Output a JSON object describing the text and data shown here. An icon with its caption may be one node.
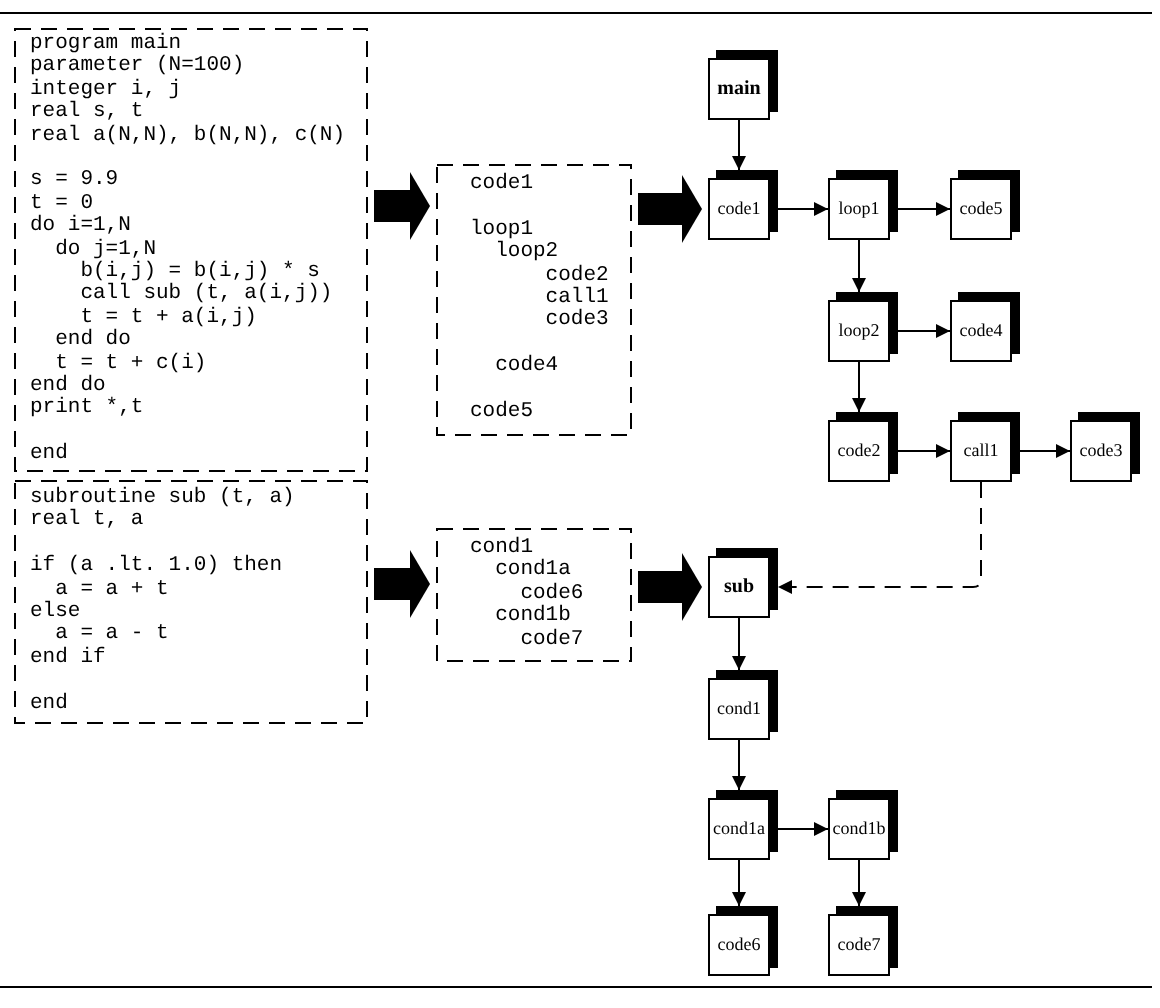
{
  "diagram": {
    "nodes": [
      {
        "text": [
          "program main",
          "parameter (N=100)",
          "integer i, j",
          "real s, t",
          "real a(N,N), b(N,N), c(N)",
          "s = 9.9",
          "t = 0",
          "do i=1,N",
          "do j=1,N",
          "b(i,j) = b(i,j) * s",
          "call sub (t, a(i,j))",
          "t = t + a(i,j)",
          "end do",
          "t = t + c(i)",
          "end do",
          "print *,t",
          "end"
        ]
      },
      {
        "text": [
          "code1",
          "loop1",
          "loop2",
          "code2",
          "call1",
          "code3",
          "code4",
          "code5"
        ]
      },
      {
        "text": [
          "main"
        ]
      },
      {
        "text": [
          "code1"
        ]
      },
      {
        "text": [
          "loop1"
        ]
      },
      {
        "text": [
          "code5"
        ]
      },
      {
        "text": [
          "loop2"
        ]
      },
      {
        "text": [
          "code4"
        ]
      },
      {
        "text": [
          "code2"
        ]
      },
      {
        "text": [
          "call1"
        ]
      },
      {
        "text": [
          "code3"
        ]
      },
      {
        "text": [
          "subroutine sub (t, a)",
          "real t, a",
          "if (a .lt. 1.0) then",
          "a = a + t",
          "else",
          "a = a - t",
          "end if",
          "end"
        ]
      },
      {
        "text": [
          "cond1",
          "cond1a",
          "code6",
          "cond1b",
          "code7"
        ]
      },
      {
        "text": [
          "sub"
        ]
      },
      {
        "text": [
          "cond1"
        ]
      },
      {
        "text": [
          "cond1a"
        ]
      },
      {
        "text": [
          "cond1b"
        ]
      },
      {
        "text": [
          "code6"
        ]
      },
      {
        "text": [
          "code7"
        ]
      }
    ],
    "edges": [
      {
        "from": 0,
        "to": 1,
        "arrow": "to",
        "style": "thick"
      },
      {
        "from": 1,
        "to": 3,
        "arrow": "to",
        "style": "thick"
      },
      {
        "from": 2,
        "to": 3,
        "arrow": "to"
      },
      {
        "from": 3,
        "to": 4,
        "arrow": "to"
      },
      {
        "from": 4,
        "to": 5,
        "arrow": "to"
      },
      {
        "from": 4,
        "to": 6,
        "arrow": "to"
      },
      {
        "from": 6,
        "to": 7,
        "arrow": "to"
      },
      {
        "from": 6,
        "to": 8,
        "arrow": "to"
      },
      {
        "from": 8,
        "to": 9,
        "arrow": "to"
      },
      {
        "from": 9,
        "to": 10,
        "arrow": "to"
      },
      {
        "from": 9,
        "to": 13,
        "arrow": "to",
        "style": "dashed"
      },
      {
        "from": 11,
        "to": 12,
        "arrow": "to",
        "style": "thick"
      },
      {
        "from": 12,
        "to": 13,
        "arrow": "to",
        "style": "thick"
      },
      {
        "from": 13,
        "to": 14,
        "arrow": "to"
      },
      {
        "from": 14,
        "to": 15,
        "arrow": "to"
      },
      {
        "from": 15,
        "to": 16,
        "arrow": "to"
      },
      {
        "from": 15,
        "to": 17,
        "arrow": "to"
      },
      {
        "from": 16,
        "to": 18,
        "arrow": "to"
      }
    ]
  }
}
